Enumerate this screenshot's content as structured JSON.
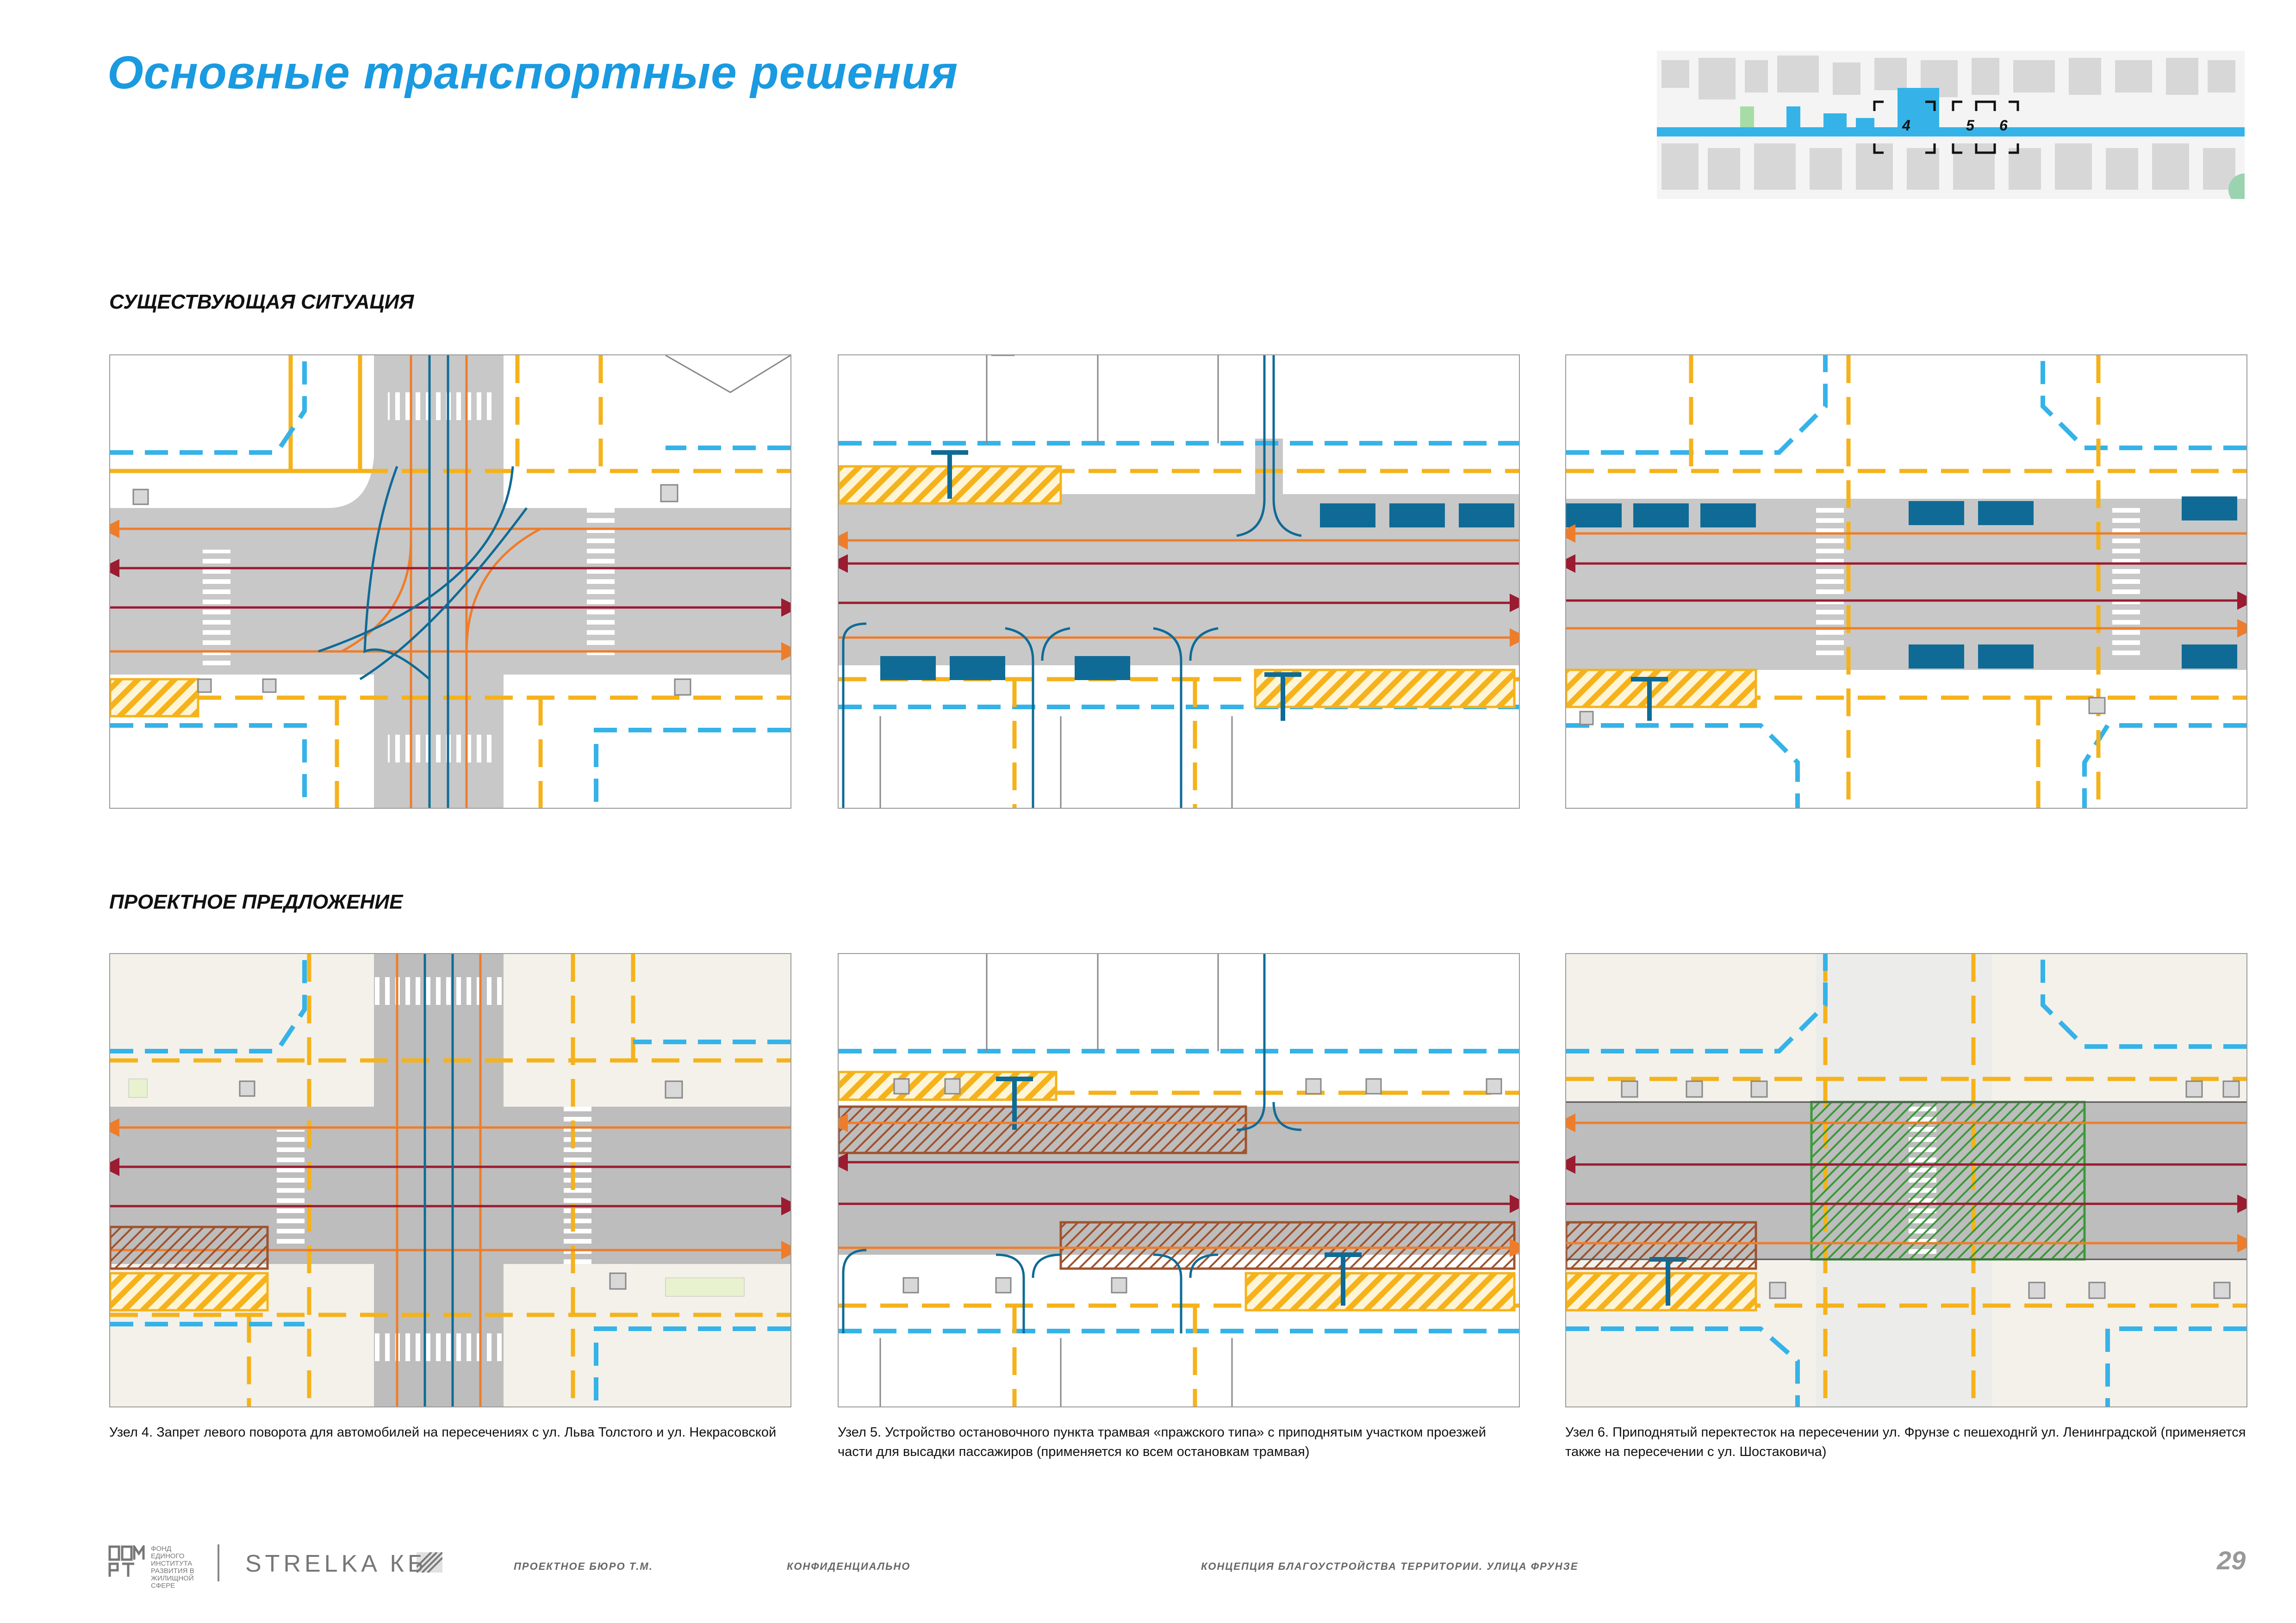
{
  "title": "Основные транспортные решения",
  "sections": {
    "existing": "СУЩЕСТВУЮЩАЯ СИТУАЦИЯ",
    "proposal": "ПРОЕКТНОЕ ПРЕДЛОЖЕНИЕ"
  },
  "keymap": {
    "labels": [
      "4",
      "5",
      "6"
    ]
  },
  "captions": [
    "Узел 4. Запрет левого поворота для автомобилей на пересечениях с ул. Льва Толстого и ул. Некрасовской",
    "Узел 5. Устройство остановочного пункта трамвая «пражского типа» с приподнятым участком проезжей части для высадки пассажиров (применяется ко всем остановкам трамвая)",
    "Узел 6. Приподнятый перектесток на пересечении ул. Фрунзе с пешеходнгй ул. Ленинградской (применяется также на пересечении с ул. Шостаковича)"
  ],
  "footer": {
    "logo_text": "ДОМ РФ",
    "logo_small": "ФОНД ЕДИНОГО ИНСТИТУТА РАЗВИТИЯ В ЖИЛИЩНОЙ СФЕРЕ",
    "strelka": "STRELKA КБ",
    "bureau": "ПРОЕКТНОЕ БЮРО Т.М.",
    "confidential": "КОНФИДЕНЦИАЛЬНО",
    "concept": "КОНЦЕПЦИЯ БЛАГОУСТРОЙСТВА ТЕРРИТОРИИ. УЛИЦА ФРУНЗЕ",
    "page": "29"
  },
  "colors": {
    "title_blue": "#1a9ae0",
    "pedestrian_yellow": "#f5b21b",
    "bike_blue": "#35b3e8",
    "car_orange": "#ee7d2b",
    "tram_red": "#9b1b30",
    "bus_teal": "#0f6b96",
    "raised_brown": "#a0522d",
    "raised_green": "#3a9a3a",
    "road_gray": "#c8c8c8"
  }
}
